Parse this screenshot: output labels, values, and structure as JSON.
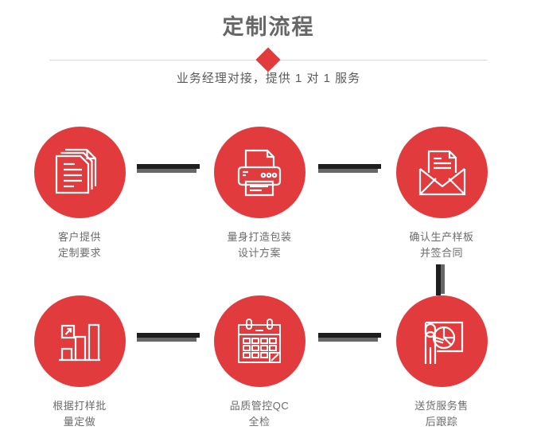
{
  "header": {
    "title": "定制流程",
    "subtitle": "业务经理对接，提供 1 对 1 服务",
    "divider_icon": "diamond-icon"
  },
  "colors": {
    "brand_red": "#e23b3e",
    "title_gray": "#666666",
    "label_gray": "#6b6b6b",
    "connector_dark": "#1e1e1e",
    "connector_shadow": "#676767",
    "divider_line": "#dcdcdc",
    "background": "#ffffff"
  },
  "flow": {
    "steps": [
      {
        "index": "1",
        "icon": "documents-stack-icon",
        "label": "客户提供\n定制要求"
      },
      {
        "index": "2",
        "icon": "printer-icon",
        "label": "量身打造包装\n设计方案"
      },
      {
        "index": "3",
        "icon": "envelope-letter-icon",
        "label": "确认生产样板\n并签合同"
      },
      {
        "index": "4",
        "icon": "bar-chart-growth-icon",
        "label": "根据打样批\n量定做"
      },
      {
        "index": "5",
        "icon": "calendar-icon",
        "label": "品质管控QC\n全检"
      },
      {
        "index": "6",
        "icon": "presentation-person-icon",
        "label": "送货服务售\n后跟踪"
      }
    ],
    "connectors": [
      {
        "name": "connector-step1-step2",
        "orientation": "horizontal"
      },
      {
        "name": "connector-step2-step3",
        "orientation": "horizontal"
      },
      {
        "name": "connector-step4-step5",
        "orientation": "horizontal"
      },
      {
        "name": "connector-step5-step6",
        "orientation": "horizontal"
      },
      {
        "name": "connector-step3-step6",
        "orientation": "vertical"
      }
    ]
  }
}
